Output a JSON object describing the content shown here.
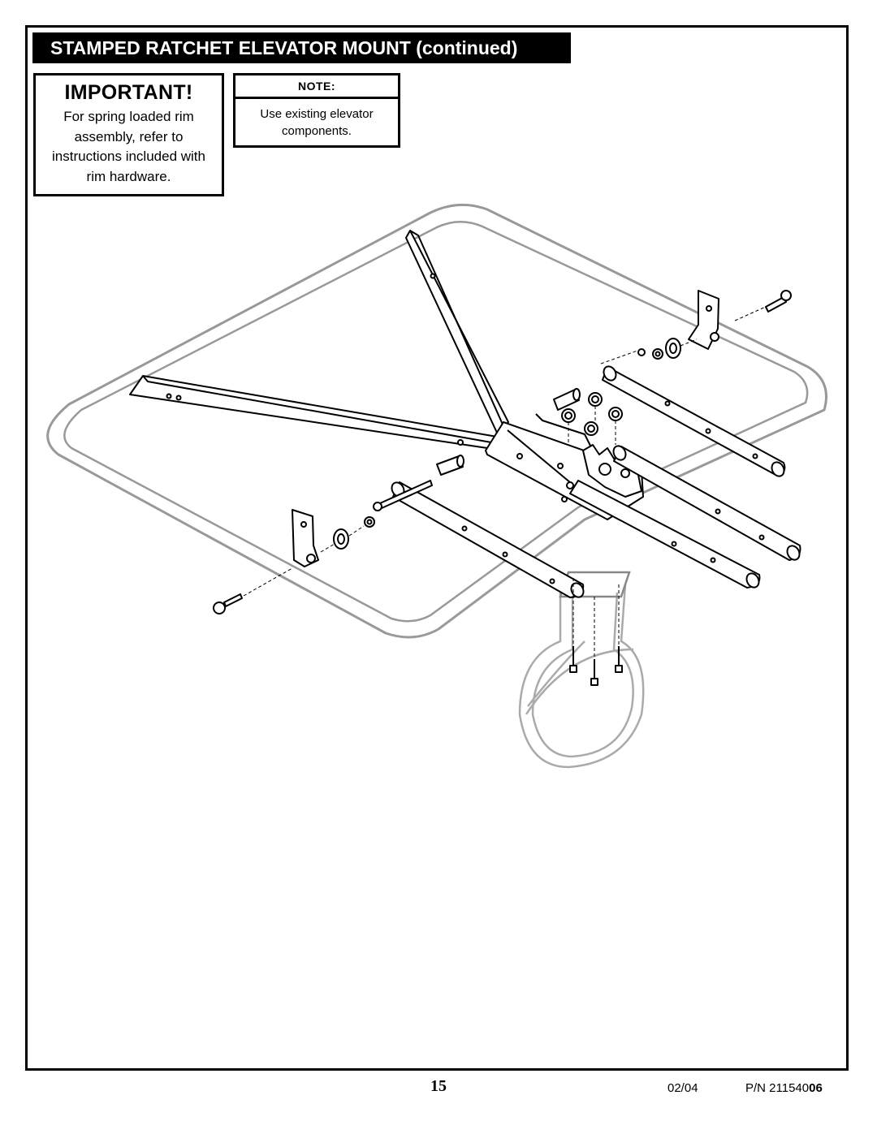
{
  "header": {
    "title": "STAMPED RATCHET ELEVATOR MOUNT (continued)"
  },
  "important": {
    "heading": "IMPORTANT!",
    "lines": [
      "For spring loaded rim",
      "assembly, refer to",
      "instructions included with",
      "rim hardware."
    ]
  },
  "note": {
    "heading": "NOTE:",
    "lines": [
      "Use existing elevator",
      "components."
    ]
  },
  "figure": {
    "subject": "exploded-assembly-diagram",
    "line_color": "#000000",
    "ghost_color": "#999999"
  },
  "footer": {
    "page_number": "15",
    "date": "02/04",
    "part_number_prefix": "P/N 211540",
    "part_number_suffix": "06"
  }
}
